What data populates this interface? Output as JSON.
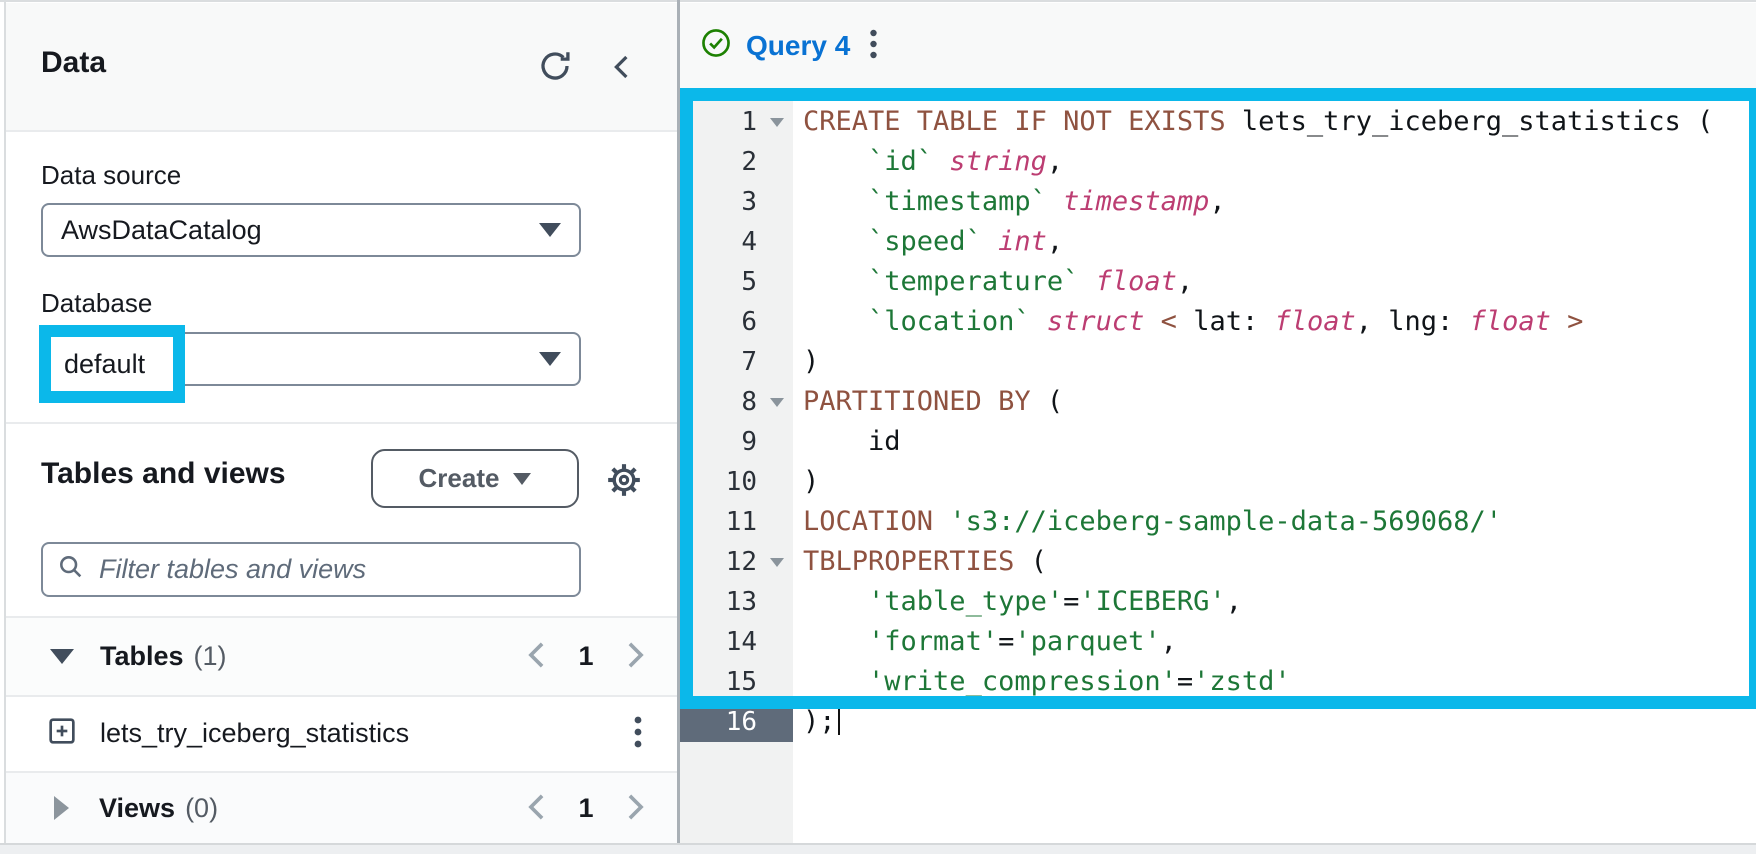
{
  "colors": {
    "annotation_cyan": "#0bb8ea",
    "link_blue": "#0972d3",
    "success_green": "#1d8102",
    "keyword_brown": "#8f5240",
    "string_green": "#1d7737",
    "type_magenta": "#bc3d72",
    "active_gutter": "#5f6b7a"
  },
  "sidebar": {
    "title": "Data",
    "fields": [
      {
        "label": "Data source",
        "value": "AwsDataCatalog"
      },
      {
        "label": "Database",
        "value": "default",
        "highlighted": true
      }
    ],
    "panel": {
      "heading": "Tables and views",
      "create_button": "Create",
      "filter_placeholder": "Filter tables and views",
      "sections": [
        {
          "label": "Tables",
          "count": "(1)",
          "page": "1",
          "state": "expanded",
          "items": [
            {
              "name": "lets_try_iceberg_statistics"
            }
          ]
        },
        {
          "label": "Views",
          "count": "(0)",
          "page": "1",
          "state": "collapsed",
          "items": []
        }
      ]
    }
  },
  "editor": {
    "tab": {
      "title": "Query 4",
      "status": "success"
    },
    "code": {
      "active_line": 16,
      "lines": [
        {
          "n": 1,
          "fold": true,
          "t": [
            [
              "k",
              "CREATE TABLE IF NOT EXISTS "
            ],
            [
              "p",
              "lets_try_iceberg_statistics ("
            ]
          ]
        },
        {
          "n": 2,
          "t": [
            [
              "p",
              "    "
            ],
            [
              "id",
              "`id`"
            ],
            [
              "p",
              " "
            ],
            [
              "ty",
              "string"
            ],
            [
              "p",
              ","
            ]
          ]
        },
        {
          "n": 3,
          "t": [
            [
              "p",
              "    "
            ],
            [
              "id",
              "`timestamp`"
            ],
            [
              "p",
              " "
            ],
            [
              "ty",
              "timestamp"
            ],
            [
              "p",
              ","
            ]
          ]
        },
        {
          "n": 4,
          "t": [
            [
              "p",
              "    "
            ],
            [
              "id",
              "`speed`"
            ],
            [
              "p",
              " "
            ],
            [
              "ty",
              "int"
            ],
            [
              "p",
              ","
            ]
          ]
        },
        {
          "n": 5,
          "t": [
            [
              "p",
              "    "
            ],
            [
              "id",
              "`temperature`"
            ],
            [
              "p",
              " "
            ],
            [
              "ty",
              "float"
            ],
            [
              "p",
              ","
            ]
          ]
        },
        {
          "n": 6,
          "t": [
            [
              "p",
              "    "
            ],
            [
              "id",
              "`location`"
            ],
            [
              "p",
              " "
            ],
            [
              "ty",
              "struct"
            ],
            [
              "p",
              " "
            ],
            [
              "k",
              "<"
            ],
            [
              "p",
              " lat: "
            ],
            [
              "ty",
              "float"
            ],
            [
              "p",
              ", lng: "
            ],
            [
              "ty",
              "float"
            ],
            [
              "p",
              " "
            ],
            [
              "k",
              ">"
            ]
          ]
        },
        {
          "n": 7,
          "t": [
            [
              "p",
              ")"
            ]
          ]
        },
        {
          "n": 8,
          "fold": true,
          "t": [
            [
              "k",
              "PARTITIONED BY"
            ],
            [
              "p",
              " ("
            ]
          ]
        },
        {
          "n": 9,
          "t": [
            [
              "p",
              "    id"
            ]
          ]
        },
        {
          "n": 10,
          "t": [
            [
              "p",
              ")"
            ]
          ]
        },
        {
          "n": 11,
          "t": [
            [
              "k",
              "LOCATION"
            ],
            [
              "p",
              " "
            ],
            [
              "s",
              "'s3://iceberg-sample-data-569068/'"
            ]
          ]
        },
        {
          "n": 12,
          "fold": true,
          "t": [
            [
              "k",
              "TBLPROPERTIES"
            ],
            [
              "p",
              " ("
            ]
          ]
        },
        {
          "n": 13,
          "t": [
            [
              "p",
              "    "
            ],
            [
              "s",
              "'table_type'"
            ],
            [
              "p",
              "="
            ],
            [
              "s",
              "'ICEBERG'"
            ],
            [
              "p",
              ","
            ]
          ]
        },
        {
          "n": 14,
          "t": [
            [
              "p",
              "    "
            ],
            [
              "s",
              "'format'"
            ],
            [
              "p",
              "="
            ],
            [
              "s",
              "'parquet'"
            ],
            [
              "p",
              ","
            ]
          ]
        },
        {
          "n": 15,
          "t": [
            [
              "p",
              "    "
            ],
            [
              "s",
              "'write_compression'"
            ],
            [
              "p",
              "="
            ],
            [
              "s",
              "'zstd'"
            ]
          ]
        },
        {
          "n": 16,
          "cursor": true,
          "t": [
            [
              "p",
              ");"
            ]
          ]
        }
      ]
    }
  }
}
